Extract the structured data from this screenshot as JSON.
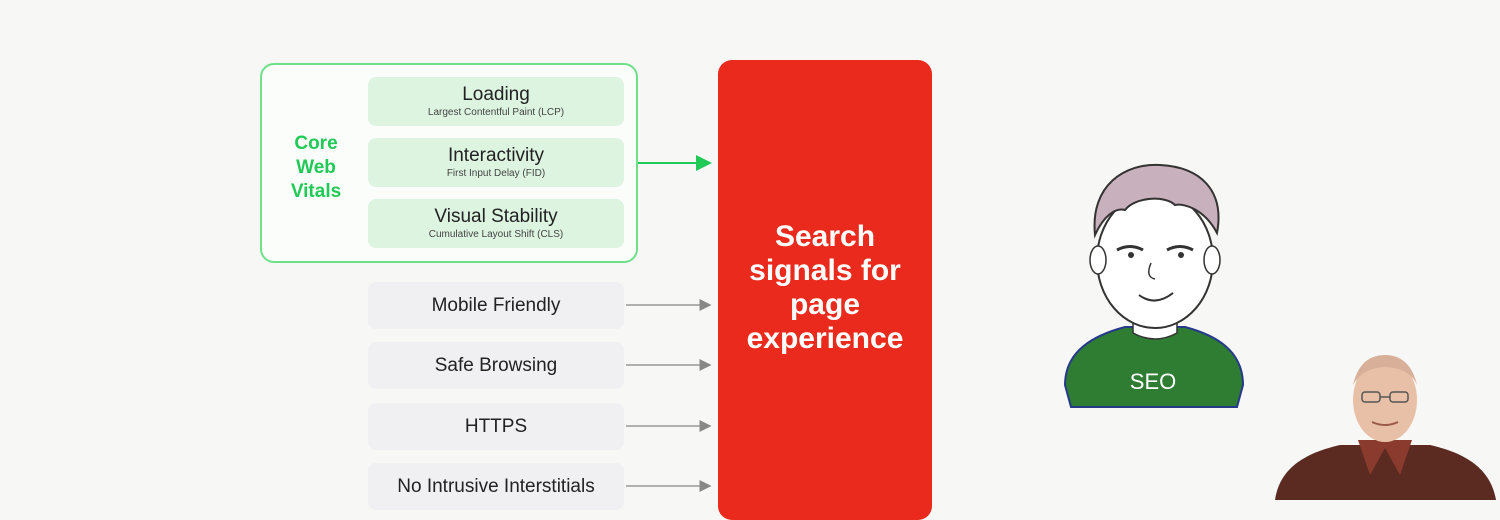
{
  "core_web_vitals": {
    "label": "Core Web Vitals",
    "label_lines": [
      "Core",
      "Web",
      "Vitals"
    ],
    "metrics": [
      {
        "title": "Loading",
        "subtitle": "Largest Contentful Paint (LCP)"
      },
      {
        "title": "Interactivity",
        "subtitle": "First Input Delay (FID)"
      },
      {
        "title": "Visual Stability",
        "subtitle": "Cumulative Layout Shift (CLS)"
      }
    ]
  },
  "signals": [
    {
      "label": "Mobile Friendly"
    },
    {
      "label": "Safe Browsing"
    },
    {
      "label": "HTTPS"
    },
    {
      "label": "No Intrusive Interstitials"
    }
  ],
  "target": {
    "label": "Search signals for page experience"
  },
  "illustration": {
    "shirt_text": "SEO"
  },
  "colors": {
    "cwv_green": "#21c957",
    "cwv_fill": "#ddf4e1",
    "signal_fill": "#f0f0f2",
    "target_red": "#ea2a1c",
    "shirt_green": "#2e7d32"
  },
  "icons": [
    "person-illustration",
    "presenter-video"
  ]
}
